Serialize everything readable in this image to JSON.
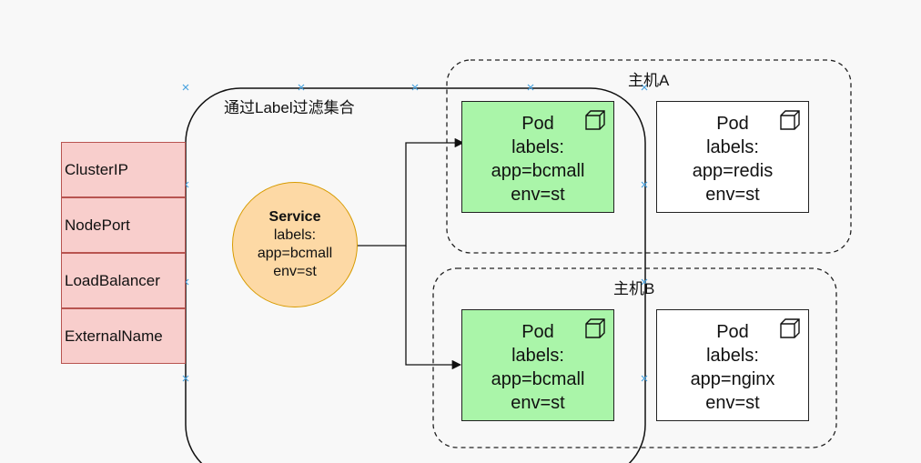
{
  "service_types": [
    "ClusterIP",
    "NodePort",
    "LoadBalancer",
    "ExternalName"
  ],
  "filter_label": "通过Label过滤集合",
  "hosts": [
    {
      "name": "主机A"
    },
    {
      "name": "主机B"
    }
  ],
  "service": {
    "title": "Service",
    "labels_title": "labels:",
    "app": "app=bcmall",
    "env": "env=st"
  },
  "pods": [
    {
      "title": "Pod",
      "labels_title": "labels:",
      "app": "app=bcmall",
      "env": "env=st",
      "selected": true
    },
    {
      "title": "Pod",
      "labels_title": "labels:",
      "app": "app=redis",
      "env": "env=st",
      "selected": false
    },
    {
      "title": "Pod",
      "labels_title": "labels:",
      "app": "app=bcmall",
      "env": "env=st",
      "selected": true
    },
    {
      "title": "Pod",
      "labels_title": "labels:",
      "app": "app=nginx",
      "env": "env=st",
      "selected": false
    }
  ],
  "colors": {
    "selected_pod": "#aaf5a9",
    "service_fill": "#fdd9a5",
    "service_stroke": "#d79b00",
    "type_fill": "#f8cecc",
    "type_stroke": "#b85450",
    "marker": "#4aa3df"
  },
  "icons": {
    "pod": "cube-icon",
    "marker": "cross-marker-icon"
  }
}
